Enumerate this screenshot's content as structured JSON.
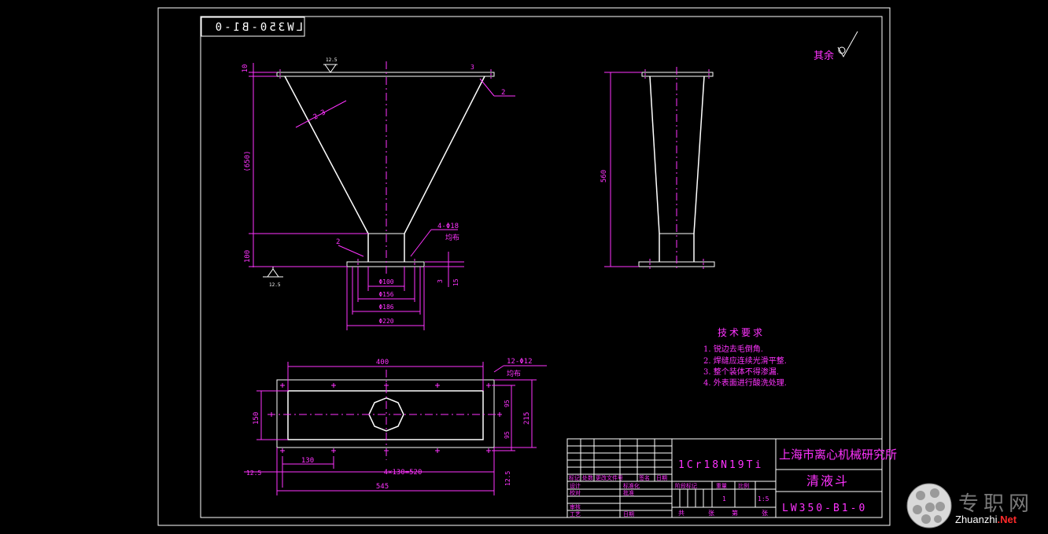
{
  "drawing": {
    "number": "LW350-B1-0",
    "number_mirrored": "LW350-B1-0",
    "part_name": "清液斗",
    "material": "1Cr18N19Ti",
    "institute": "上海市离心机械研究所",
    "scale": "1:5",
    "quantity": "1"
  },
  "surface_finish": {
    "label": "其余",
    "top_value": "12.5",
    "bottom_value": "12.5",
    "weld_symbol": "2"
  },
  "front_view": {
    "dim_top": "10",
    "dim_height": "(650)",
    "dim_bottom": "100",
    "wall_thickness": "2-3",
    "holes": "4-Φ18",
    "holes_note": "均布",
    "dim_3": "3",
    "dim_15": "15",
    "dia_100": "Φ100",
    "dia_156": "Φ156",
    "dia_186": "Φ186",
    "dia_220": "Φ220",
    "weld_left": "2",
    "weld_right": "2"
  },
  "side_view": {
    "dim_height": "560"
  },
  "plan_view": {
    "dim_400": "400",
    "dim_150": "150",
    "dim_95a": "95",
    "dim_95b": "95",
    "dim_215": "215",
    "dim_130": "130",
    "dim_12_5a": "12.5",
    "dim_pitch": "4×130=520",
    "dim_12_5b": "12.5",
    "dim_545": "545",
    "holes": "12-Φ12",
    "holes_note": "均布"
  },
  "tech_requirements": {
    "title": "技术要求",
    "items": [
      "1. 锐边去毛倒角.",
      "2. 焊缝应连续光滑平整.",
      "3. 整个装体不得渗漏.",
      "4. 外表面进行酸洗处理."
    ]
  },
  "title_block": {
    "row_mark": "标记",
    "row_zone": "处数",
    "row_doc": "更改文件号",
    "row_sign": "签名",
    "row_date": "日期",
    "design": "设计",
    "check": "校对",
    "review": "审核",
    "craft": "工艺",
    "standard": "标准化",
    "approve": "批准",
    "date": "日期",
    "stage": "阶段标记",
    "weight": "重量",
    "ratio": "比例",
    "sheet_total": "共",
    "sheet_word": "张",
    "sheet_no": "第",
    "sheet_word2": "张"
  },
  "watermark": {
    "site_cn": "专职网",
    "site_en_a": "Zhuanzhi",
    "site_en_b": ".Net"
  }
}
